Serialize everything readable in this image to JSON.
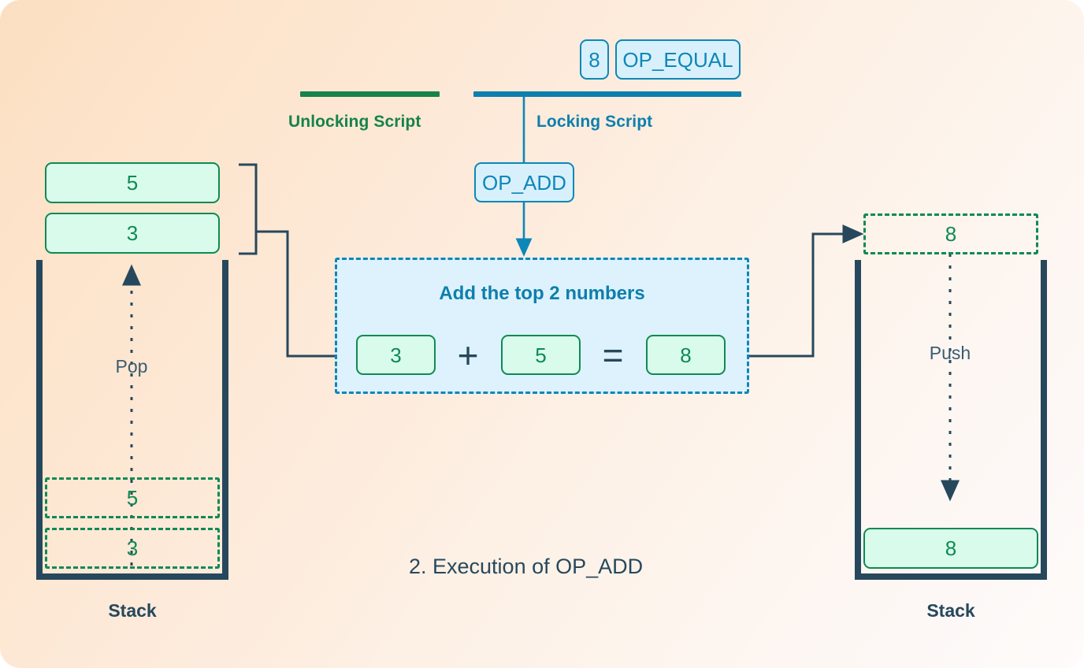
{
  "caption": "2. Execution of OP_ADD",
  "colors": {
    "green": "#0f8a53",
    "green_dark": "#17824a",
    "blue": "#0d87b8",
    "blue_dark": "#0d7fad",
    "slate": "#27485c",
    "green_fill": "#d9fbec",
    "blue_fill": "#ddf2fd",
    "chip_fill": "#d8f0fc"
  },
  "scripts": {
    "unlocking": {
      "label": "Unlocking Script"
    },
    "locking": {
      "label": "Locking Script"
    }
  },
  "locking_script_tokens": [
    {
      "label": "8"
    },
    {
      "label": "OP_EQUAL"
    }
  ],
  "current_opcode": {
    "label": "OP_ADD"
  },
  "operation": {
    "title": "Add the top 2 numbers",
    "operand_a": "3",
    "plus_symbol": "+",
    "operand_b": "5",
    "equals_symbol": "=",
    "result": "8"
  },
  "left_stack": {
    "name": "Stack",
    "action_label": "Pop",
    "popped_items": [
      {
        "value": "5"
      },
      {
        "value": "3"
      }
    ],
    "ghost_items": [
      {
        "value": "5"
      },
      {
        "value": "3"
      }
    ]
  },
  "right_stack": {
    "name": "Stack",
    "action_label": "Push",
    "incoming_item": {
      "value": "8"
    },
    "stored_items": [
      {
        "value": "8"
      }
    ]
  }
}
